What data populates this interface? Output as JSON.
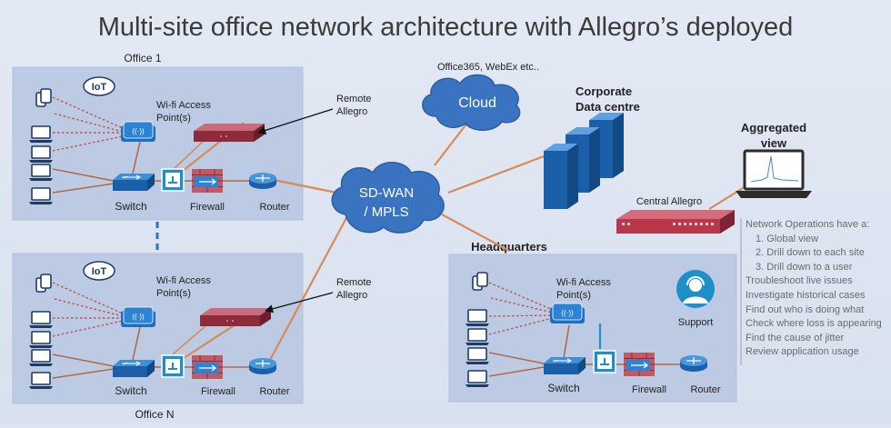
{
  "title": "Multi-site office network architecture with Allegro’s deployed",
  "office1": {
    "label": "Office 1"
  },
  "officeN": {
    "label": "Office N"
  },
  "headquarters": {
    "label": "Headquarters"
  },
  "common": {
    "iot": "IoT",
    "wifi_line1": "Wi-fi Access",
    "wifi_line2": "Point(s)",
    "switch": "Switch",
    "firewall": "Firewall",
    "router": "Router",
    "remote_allegro_line1": "Remote",
    "remote_allegro_line2": "Allegro"
  },
  "cloud": {
    "label": "Cloud",
    "services": "Office365, WebEx etc.."
  },
  "sdwan": {
    "line1": "SD-WAN",
    "line2": "/ MPLS"
  },
  "datacentre": {
    "line1": "Corporate",
    "line2": "Data centre"
  },
  "central_allegro": {
    "label": "Central Allegro"
  },
  "aggregated": {
    "line1": "Aggregated",
    "line2": "view"
  },
  "support": {
    "label": "Support"
  },
  "noc_panel": {
    "heading": "Network Operations have a:",
    "numbered": [
      "1. Global view",
      "2. Drill down to each site",
      "3. Drill down to a user"
    ],
    "items": [
      "Troubleshoot live issues",
      "Investigate historical cases",
      "Find out who is doing what",
      "Check where loss is appearing",
      "Find the cause of jitter",
      "Review application usage"
    ]
  },
  "colors": {
    "link": "#d98a55",
    "wifi_link": "#c0504d",
    "cloud": "#3a73bf",
    "allegro": "#b8384a",
    "site_bg": "#bccbe3",
    "title": "#3b3b3b"
  }
}
